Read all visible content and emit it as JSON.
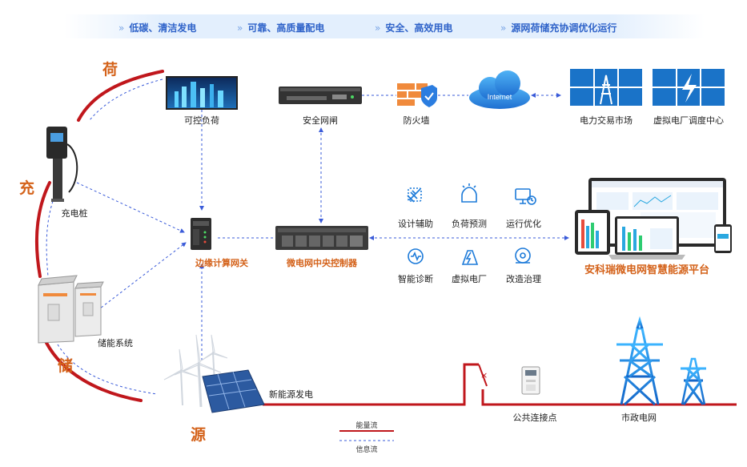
{
  "slogans": [
    "低碳、清洁发电",
    "可靠、高质量配电",
    "安全、高效用电",
    "源网荷储充协调优化运行"
  ],
  "sections": {
    "he": "荷",
    "chong": "充",
    "chu": "储",
    "yuan": "源"
  },
  "devices": {
    "controllable_load": "可控负荷",
    "security_gateway": "安全网闸",
    "firewall": "防火墙",
    "internet": "Internet",
    "power_market": "电力交易市场",
    "vpp_center": "虚拟电厂调度中心",
    "charging_pile": "充电桩",
    "edge_gateway": "边缘计算网关",
    "microgrid_controller": "微电网中央控制器",
    "energy_storage": "储能系统",
    "renewable": "新能源发电",
    "pcc": "公共连接点",
    "utility_grid": "市政电网"
  },
  "functions": [
    "设计辅助",
    "负荷预测",
    "运行优化",
    "智能诊断",
    "虚拟电厂",
    "改造治理"
  ],
  "platform": "安科瑞微电网智慧能源平台",
  "legend": {
    "energy": "能量流",
    "info": "信息流"
  },
  "colors": {
    "accent_red": "#c0171c",
    "info_blue": "#3a5bd9",
    "label_orange": "#d4621a",
    "slogan_blue": "#2f63c9"
  }
}
